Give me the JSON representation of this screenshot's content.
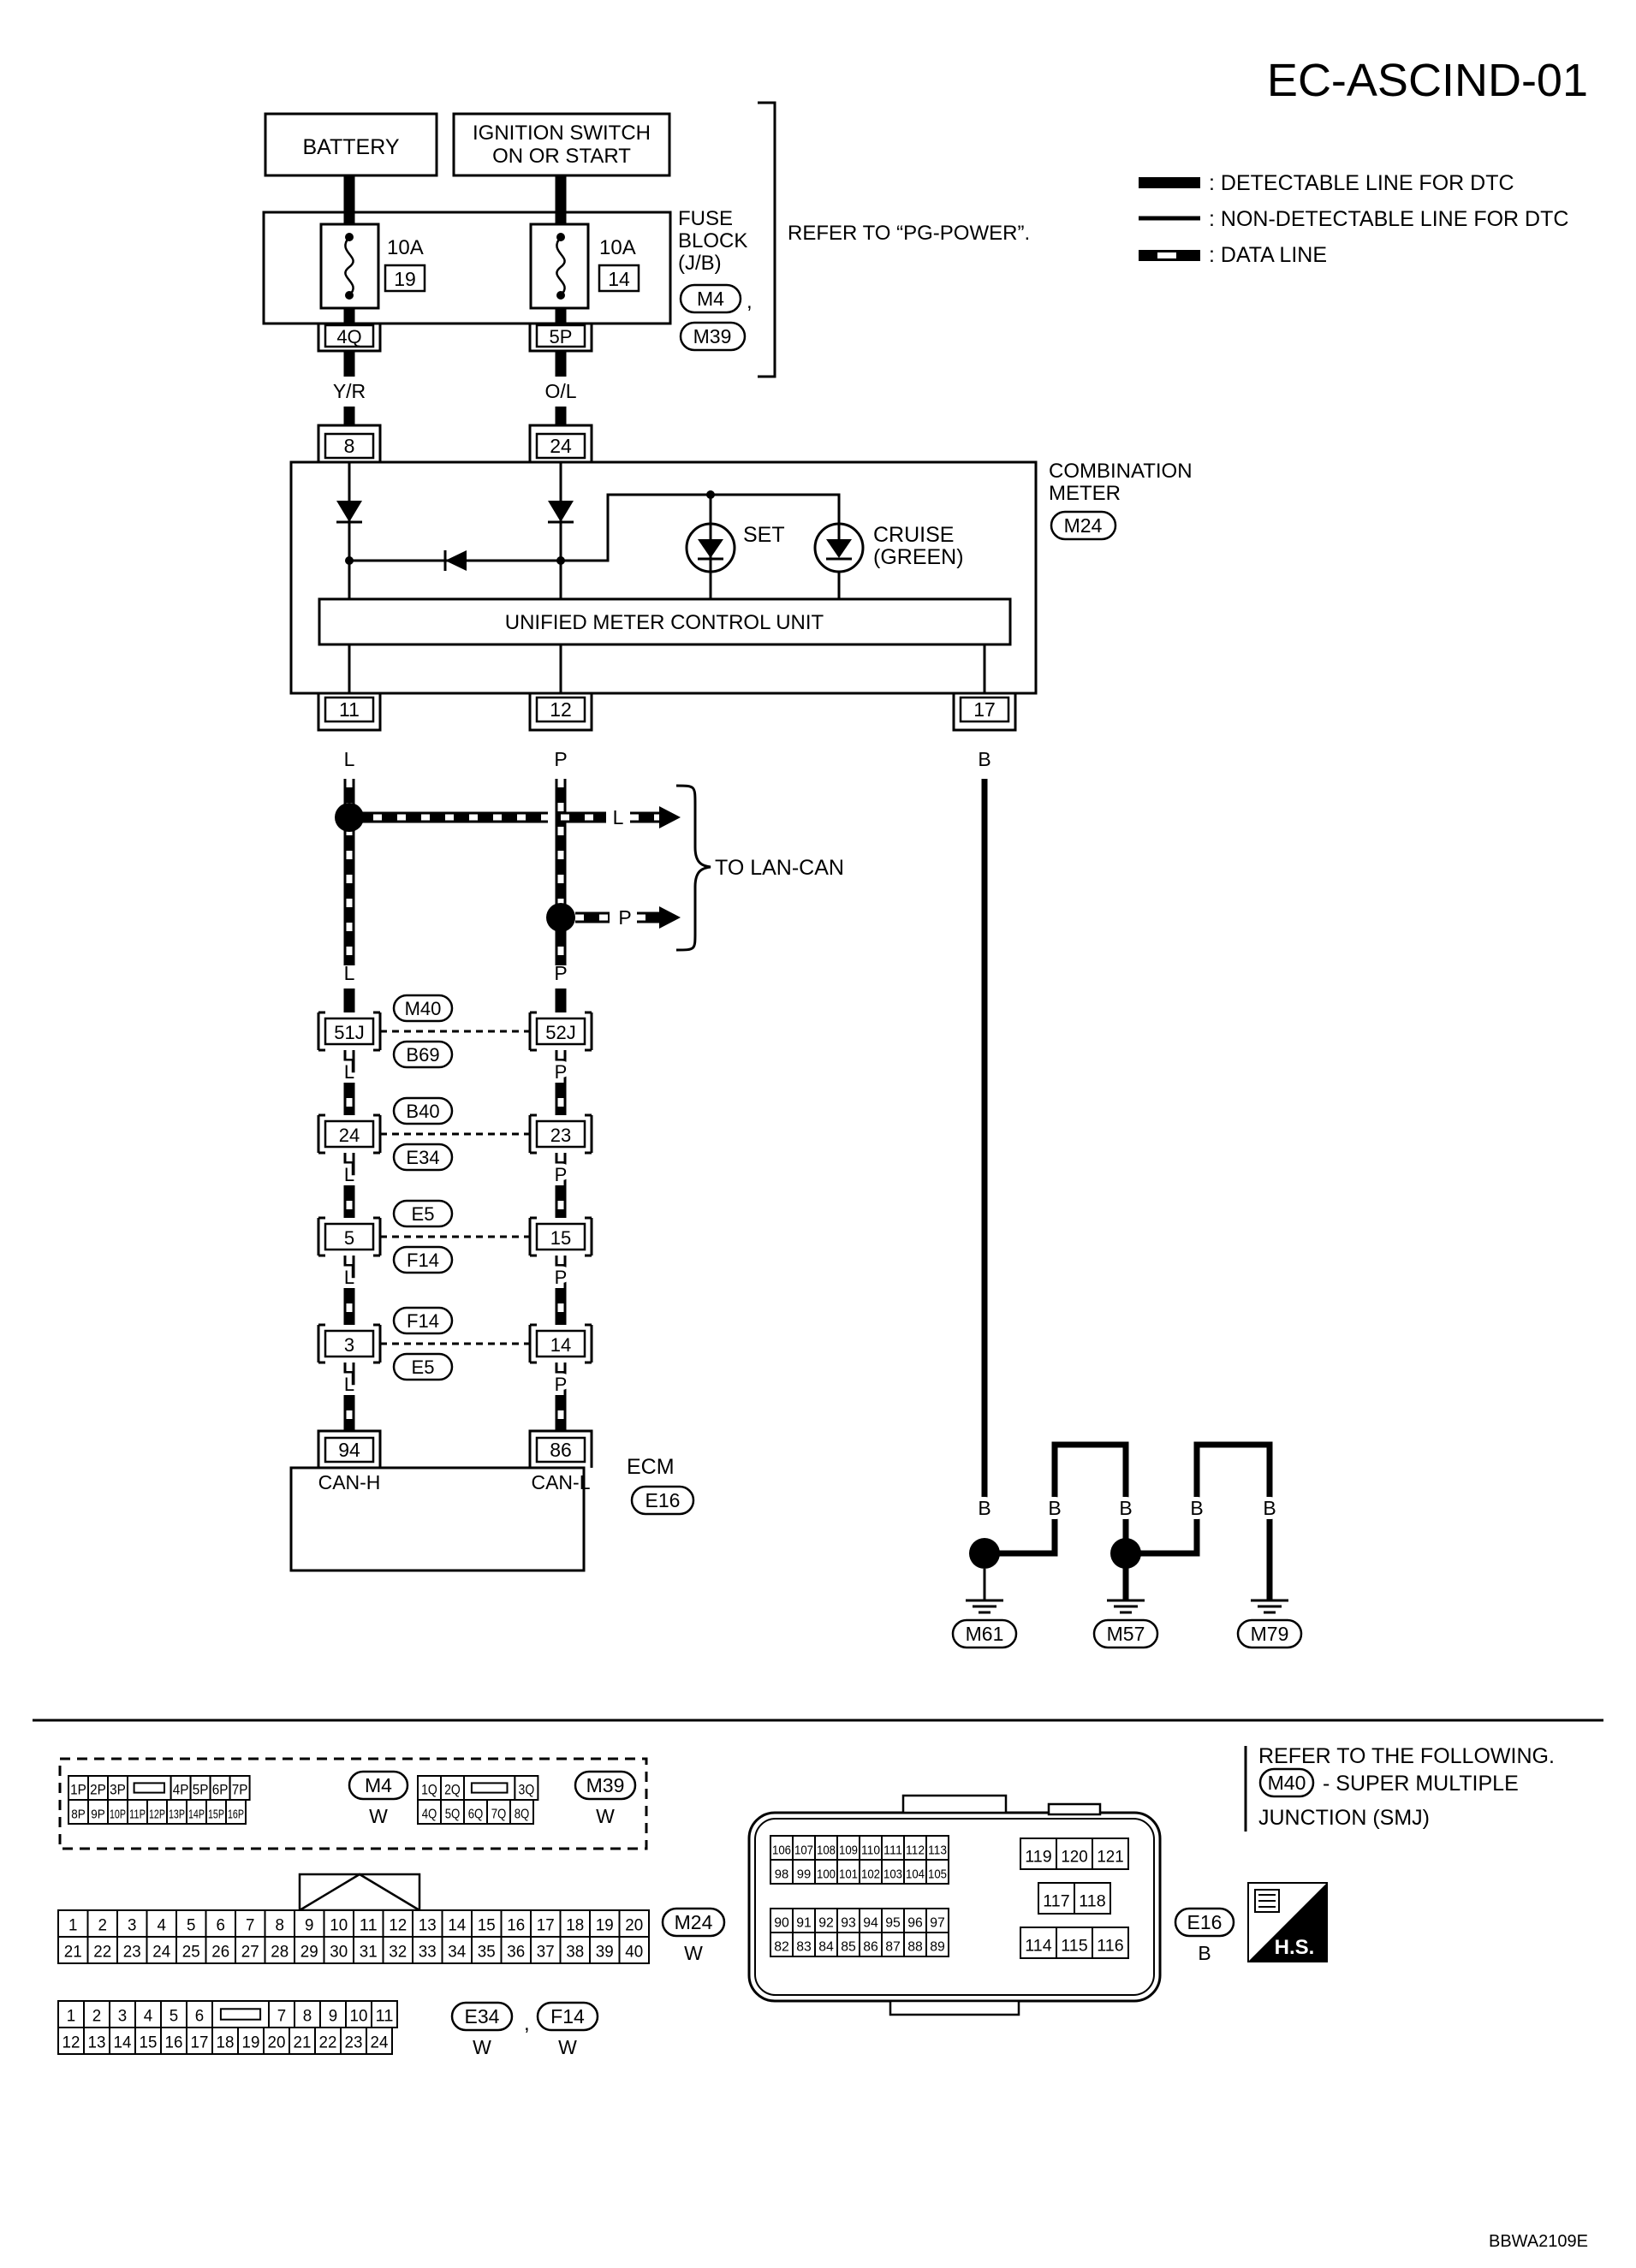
{
  "page": {
    "id": "EC-ASCIND-01",
    "figure_code": "BBWA2109E"
  },
  "legend": {
    "detectable": ": DETECTABLE LINE FOR DTC",
    "non_detectable": ": NON-DETECTABLE LINE FOR DTC",
    "data_line": ": DATA LINE"
  },
  "power": {
    "battery": "BATTERY",
    "ign_line1": "IGNITION SWITCH",
    "ign_line2": "ON OR START",
    "fuse_amp_1": "10A",
    "fuse_no_1": "19",
    "fuse_amp_2": "10A",
    "fuse_no_2": "14",
    "fuse_block_1": "FUSE",
    "fuse_block_2": "BLOCK",
    "fuse_block_3": "(J/B)",
    "conn_m4": "M4",
    "comma": ",",
    "conn_m39": "M39",
    "refer": "REFER TO “PG-POWER”.",
    "term_4q": "4Q",
    "term_5p": "5P",
    "wire_yr": "Y/R",
    "wire_ol": "O/L"
  },
  "meter": {
    "name_1": "COMBINATION",
    "name_2": "METER",
    "conn": "M24",
    "pin_8": "8",
    "pin_24": "24",
    "pin_11": "11",
    "pin_12": "12",
    "pin_17": "17",
    "set": "SET",
    "cruise": "CRUISE",
    "green": "(GREEN)",
    "unit": "UNIFIED METER CONTROL UNIT"
  },
  "wires": {
    "L": "L",
    "P": "P",
    "B": "B"
  },
  "lan": {
    "label": "TO LAN-CAN",
    "arrow_l": "L",
    "arrow_p": "P"
  },
  "joints": [
    {
      "left": "51J",
      "right": "52J",
      "c1": "M40",
      "c2": "B69"
    },
    {
      "left": "24",
      "right": "23",
      "c1": "B40",
      "c2": "E34"
    },
    {
      "left": "5",
      "right": "15",
      "c1": "E5",
      "c2": "F14"
    },
    {
      "left": "3",
      "right": "14",
      "c1": "F14",
      "c2": "E5"
    }
  ],
  "ecm": {
    "name": "ECM",
    "conn": "E16",
    "pin_94": "94",
    "pin_86": "86",
    "can_h": "CAN-H",
    "can_l": "CAN-L"
  },
  "grounds": {
    "g1": "M61",
    "g2": "M57",
    "g3": "M79"
  },
  "notes": {
    "refer": "REFER TO THE FOLLOWING.",
    "smj_conn": "M40",
    "smj_text": "- SUPER MULTIPLE",
    "smj_text2": "JUNCTION (SMJ)",
    "hs": "H.S."
  },
  "connectors": {
    "m4_top": [
      "1P",
      "2P",
      "3P",
      "",
      "4P",
      "5P",
      "6P",
      "7P"
    ],
    "m4_bot": [
      "8P",
      "9P",
      "10P",
      "11P",
      "12P",
      "13P",
      "14P",
      "15P",
      "16P"
    ],
    "m4_name": "M4",
    "m4_color": "W",
    "m39_top": [
      "1Q",
      "2Q",
      "",
      "3Q"
    ],
    "m39_bot": [
      "4Q",
      "5Q",
      "6Q",
      "7Q",
      "8Q"
    ],
    "m39_name": "M39",
    "m39_color": "W",
    "m24_top": [
      "1",
      "2",
      "3",
      "4",
      "5",
      "6",
      "7",
      "8",
      "9",
      "10",
      "11",
      "12",
      "13",
      "14",
      "15",
      "16",
      "17",
      "18",
      "19",
      "20"
    ],
    "m24_bot": [
      "21",
      "22",
      "23",
      "24",
      "25",
      "26",
      "27",
      "28",
      "29",
      "30",
      "31",
      "32",
      "33",
      "34",
      "35",
      "36",
      "37",
      "38",
      "39",
      "40"
    ],
    "m24_name": "M24",
    "m24_color": "W",
    "e16_r1": [
      "106",
      "107",
      "108",
      "109",
      "110",
      "111",
      "112",
      "113"
    ],
    "e16_r2": [
      "98",
      "99",
      "100",
      "101",
      "102",
      "103",
      "104",
      "105"
    ],
    "e16_r3": [
      "90",
      "91",
      "92",
      "93",
      "94",
      "95",
      "96",
      "97"
    ],
    "e16_r4": [
      "82",
      "83",
      "84",
      "85",
      "86",
      "87",
      "88",
      "89"
    ],
    "e16_s1": [
      "119",
      "120",
      "121"
    ],
    "e16_s2": [
      "117",
      "118"
    ],
    "e16_s3": [
      "114",
      "115",
      "116"
    ],
    "e16_name": "E16",
    "e16_color": "B",
    "e34_top": [
      "1",
      "2",
      "3",
      "4",
      "5",
      "6",
      "",
      "7",
      "8",
      "9",
      "10",
      "11"
    ],
    "e34_bot": [
      "12",
      "13",
      "14",
      "15",
      "16",
      "17",
      "18",
      "19",
      "20",
      "21",
      "22",
      "23",
      "24"
    ],
    "e34_name": "E34",
    "f14_name": "F14",
    "comma": ",",
    "e34_color": "W",
    "f14_color": "W"
  }
}
